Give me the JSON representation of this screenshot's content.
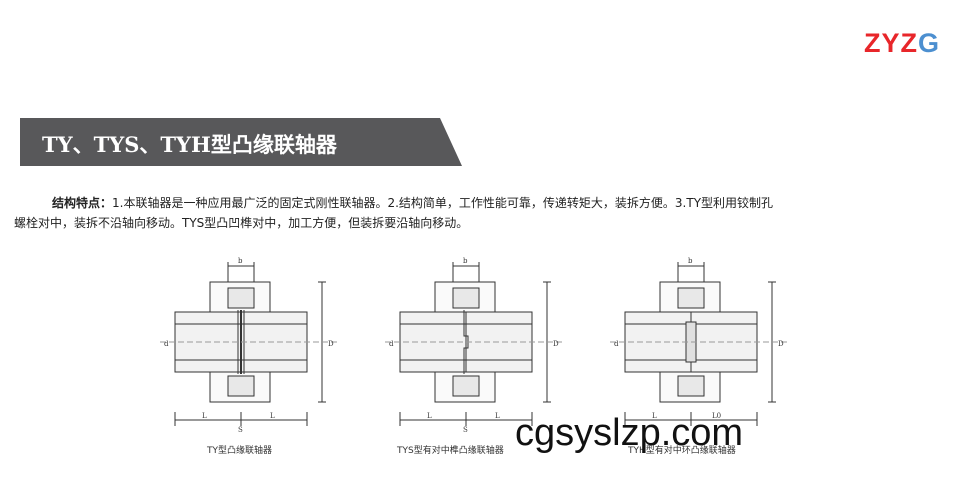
{
  "logo": {
    "letters": [
      {
        "ch": "Z",
        "color": "#e8262a"
      },
      {
        "ch": "Y",
        "color": "#e8262a"
      },
      {
        "ch": "Z",
        "color": "#e8262a"
      },
      {
        "ch": "G",
        "color": "#4c8fd0"
      }
    ]
  },
  "banner": {
    "title": "TY、TYS、TYH型凸缘联轴器",
    "background": "#58585a"
  },
  "description": {
    "label": "结构特点：",
    "line1": "1.本联轴器是一种应用最广泛的固定式刚性联轴器。2.结构简单，工作性能可靠，传递转矩大，装拆方便。3.TY型利用铰制孔",
    "line2": "螺栓对中，装拆不沿轴向移动。TYS型凸凹榫对中，加工方便，但装拆要沿轴向移动。"
  },
  "diagrams": [
    {
      "caption": "TY型凸缘联轴器",
      "dims": {
        "b": "b",
        "d": "d",
        "D": "D",
        "L": "L",
        "S": "S"
      }
    },
    {
      "caption": "TYS型有对中榫凸缘联轴器",
      "dims": {
        "b": "b",
        "d": "d",
        "D": "D",
        "L": "L",
        "S": "S"
      }
    },
    {
      "caption": "TYH型有对中环凸缘联轴器",
      "dims": {
        "b": "b",
        "d": "d",
        "D": "D",
        "L": "L",
        "L0": "L0"
      }
    }
  ],
  "watermark": "cgsyslzp.com"
}
